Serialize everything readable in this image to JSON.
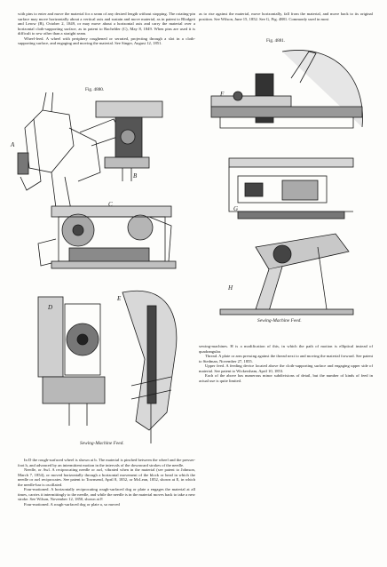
{
  "left_top": [
    "with pins to enter and move the material for a seam of any desired length without stopping. The rotating-pin surface may move horizontally about a vertical axis and sustain and move material, as in patent to Blodgett and Lerow (B), October 2, 1849, or may move about a horizontal axis and carry the material over a horizontal cloth-supporting surface, as in patent to Bachelder (C), May 8, 1849. When pins are used it is difficult to sew other than a straight seam.",
    "Wheel-feed. A wheel with periphery roughened or serrated, projecting through a slot in a cloth-supporting surface, and engaging and moving the material. See Singer, August 12, 1851."
  ],
  "right_top": [
    "as to rise against the material, move horizontally, fall from the material, and move back to its original position. See Wilson, June 15, 1852. See G, Fig. 4881. Commonly used in most"
  ],
  "fig4880": {
    "number": "Fig. 4880.",
    "labels": {
      "A": "A",
      "B": "B",
      "C": "C",
      "D": "D",
      "E": "E"
    },
    "caption": "Sewing-Machine Feed."
  },
  "fig4881": {
    "number": "Fig. 4881.",
    "labels": {
      "F": "F",
      "G": "G",
      "H": "H"
    },
    "caption": "Sewing-Machine Feed."
  },
  "right_mid": [
    "sewing-machines. H is a modification of this, in which the path of motion is elliptical instead of quadrangular.",
    "Thread. A plate or arm pressing against the thread next to and moving the material forward. See patent to Stedman, November 27, 1855.",
    "Upper feed. A feeding device located above the cloth-supporting surface and engaging upper side of material. See patent to Wickersham, April 10, 1853.",
    "Each of the above has numerous minor subdivisions of detail, but the number of kinds of feed in actual use is quite limited."
  ],
  "left_bottom": [
    "In D the rough-surfaced wheel is shown at b. The material is pinched between the wheel and the presser-foot h, and advanced by an intermittent motion in the intervals of the downward strokes of the needle.",
    "Needle, or Awl. A reciprocating needle or awl, vibrated when in the material (see patent to Johnson, March 7, 1854), or moved horizontally through a horizontal movement of the block or head in which the needle or awl reciprocates. See patent to Townsend, April 8, 1852, or McLean, 1852, shown at E, in which the needle-bar is oscillated.",
    "Four-motioned. A horizontally reciprocating rough-surfaced dog or plate a engages the material at all times, carries it intermittingly to the needle, and while the needle is in the material moves back to take a new stroke. See Wilson, November 12, 1850, shown at F.",
    "Four-motioned. A rough-surfaced dog or plate a, so moved"
  ]
}
